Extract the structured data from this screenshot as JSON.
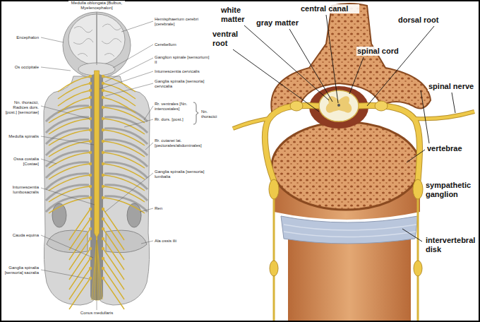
{
  "diagram": {
    "labels": [
      "Medulla oblongata [Bulbus, Myelencephalon]",
      "Hemisphaerium cerebri [cerebrale]",
      "Encephalon",
      "Cerebellum",
      "Ganglion spinale [sensorium] II",
      "Intumescentia cervicalis",
      "Os occipitale",
      "Ganglia spinalia [sensoria] cervicalia",
      "Nn. thoracici, Radices dors. [post.] [sensoriae]",
      "Rr. ventrales [Nn. intercostales]",
      "Nn. thoracici",
      "Rr. dors. [post.]",
      "Medulla spinalis",
      "Ossa costalia [Costae]",
      "Rr. cutanei lat. [pectorales/abdominales]",
      "Ganglia spinalia [sensoria] lumbalia",
      "Intumescentia lumbosacralis",
      "Ren",
      "Cauda equina",
      "Ala ossis ilii",
      "Ganglia spinalia [sensoria] sacralia",
      "Conus medullaris",
      "white matter",
      "gray matter",
      "central canal",
      "ventral root",
      "spinal cord",
      "dorsal root",
      "spinal nerve",
      "vertebrae",
      "sympathetic ganglion",
      "intervertebral disk"
    ]
  }
}
